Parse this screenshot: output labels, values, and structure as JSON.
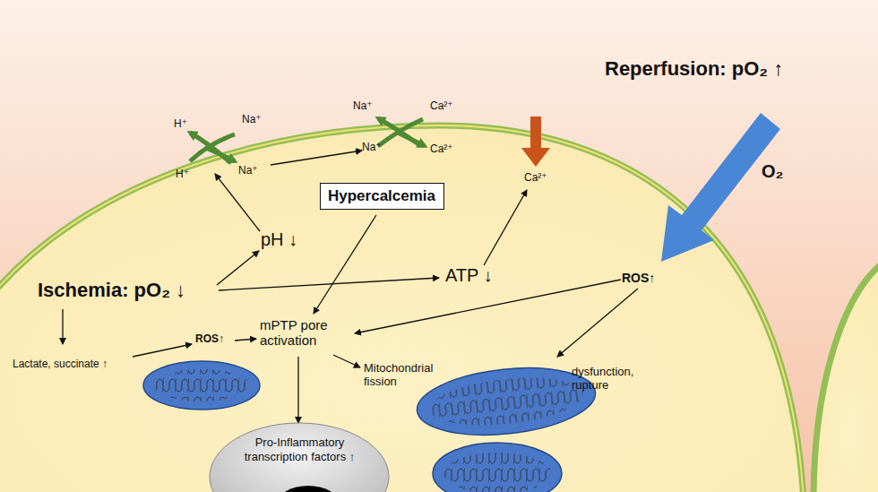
{
  "diagram": {
    "nodes": [
      {
        "text": [
          "Hypercalcemia"
        ]
      },
      {
        "text": [
          "Pro-Inflammatory transcription factors ↑"
        ]
      }
    ],
    "labels": [
      "Reperfusion: pO₂ ↑",
      "O₂",
      "H⁺",
      "Na⁺",
      "H⁺",
      "Na⁺",
      "Na⁺",
      "Ca²⁺",
      "Na⁺",
      "Ca²⁺",
      "Ca²⁺",
      "pH ↓",
      "Ischemia: pO₂ ↓",
      "ATP ↓",
      "ROS↑",
      "Lactate, succinate ↑",
      "ROS↑",
      "mPTP pore activation",
      "Mitochondrial fission",
      "dysfunction, rupture"
    ]
  }
}
